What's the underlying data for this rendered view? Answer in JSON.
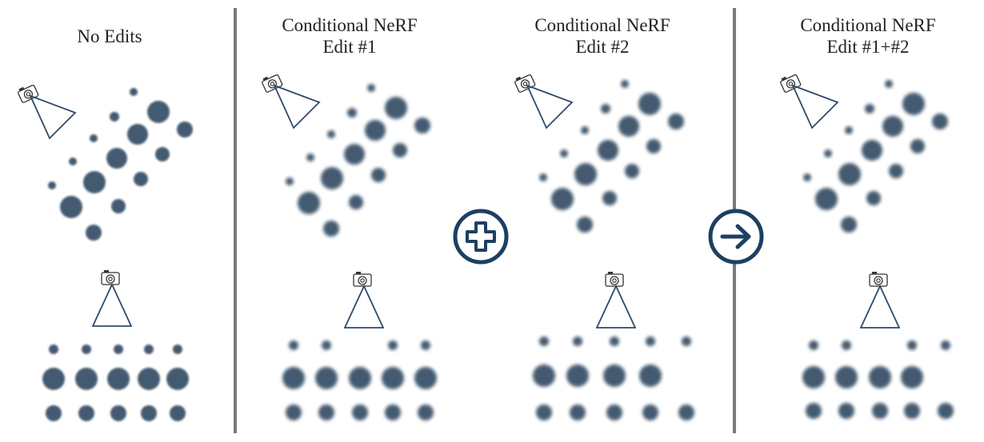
{
  "panels": [
    {
      "title_line1": "",
      "title_line2": "No Edits"
    },
    {
      "title_line1": "Conditional NeRF",
      "title_line2": "Edit #1"
    },
    {
      "title_line1": "Conditional NeRF",
      "title_line2": "Edit #2"
    },
    {
      "title_line1": "Conditional NeRF",
      "title_line2": "Edit #1+#2"
    }
  ],
  "operators": [
    {
      "icon": "plus-circle-icon"
    },
    {
      "icon": "arrow-right-circle-icon"
    }
  ],
  "colors": {
    "accent": "#1d3f63",
    "ball": "#344e65",
    "divider": "#7a7a7a",
    "camera": "#2e4a6b"
  }
}
